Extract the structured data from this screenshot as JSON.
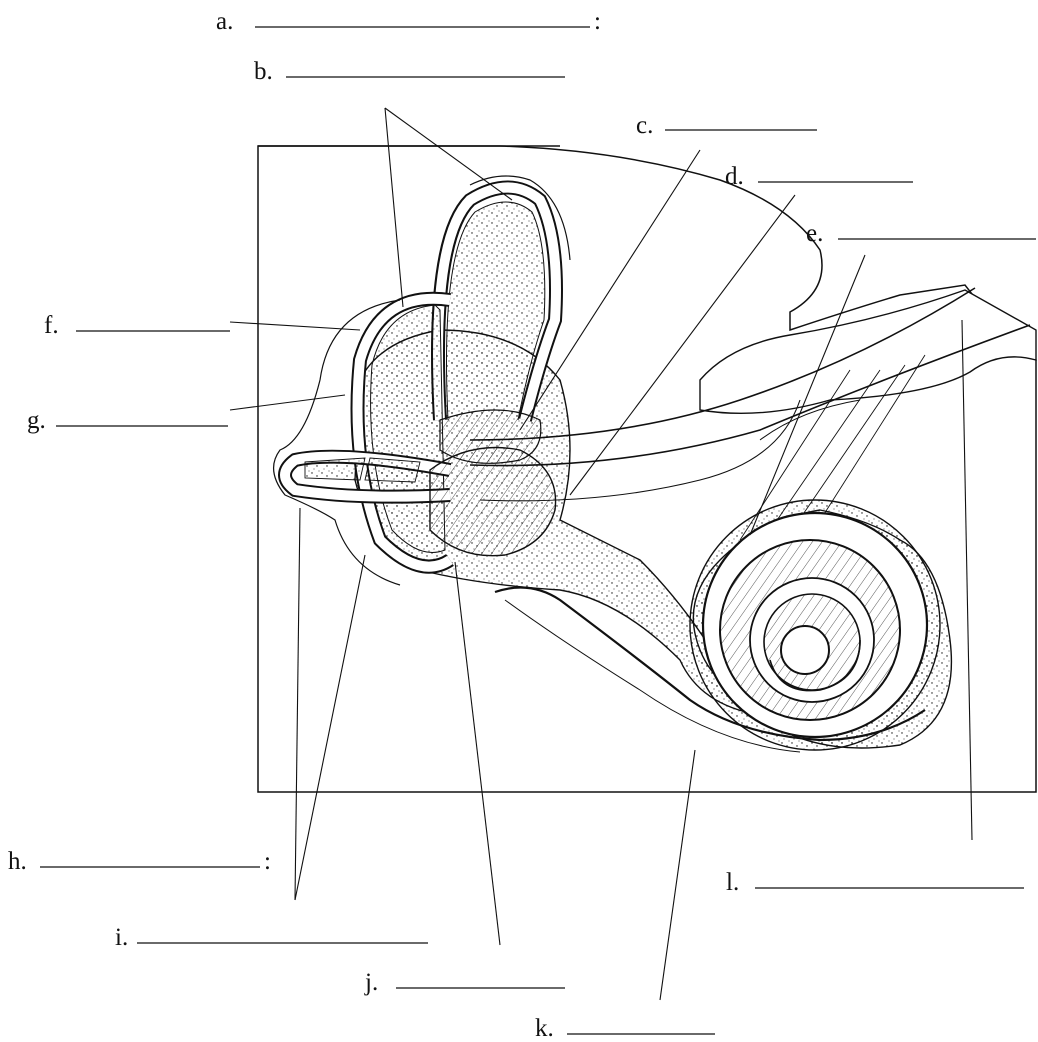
{
  "title": "",
  "labels": [
    {
      "id": "a",
      "letter": "a.",
      "suffix": ":"
    },
    {
      "id": "b",
      "letter": "b.",
      "suffix": ""
    },
    {
      "id": "c",
      "letter": "c.",
      "suffix": ""
    },
    {
      "id": "d",
      "letter": "d.",
      "suffix": ""
    },
    {
      "id": "e",
      "letter": "e.",
      "suffix": ""
    },
    {
      "id": "f",
      "letter": "f.",
      "suffix": ""
    },
    {
      "id": "g",
      "letter": "g.",
      "suffix": ""
    },
    {
      "id": "h",
      "letter": "h.",
      "suffix": ":"
    },
    {
      "id": "i",
      "letter": "i.",
      "suffix": ""
    },
    {
      "id": "j",
      "letter": "j.",
      "suffix": ""
    },
    {
      "id": "k",
      "letter": "k.",
      "suffix": ""
    },
    {
      "id": "l",
      "letter": "l.",
      "suffix": ""
    }
  ],
  "colors": {
    "ink": "#111111",
    "bone_fill": "#ffffff",
    "membrane_fill": "#f2f2f2"
  }
}
